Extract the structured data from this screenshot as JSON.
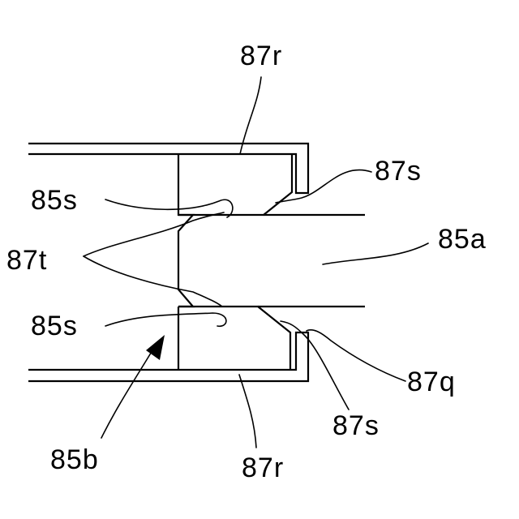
{
  "diagram": {
    "stroke_color": "#000000",
    "background_color": "#ffffff",
    "labels": {
      "top_87r": "87r",
      "top_87s": "87s",
      "upper_85s": "85s",
      "label_87t": "87t",
      "label_85a": "85a",
      "lower_85s": "85s",
      "label_87q": "87q",
      "lower_87s": "87s",
      "label_85b": "85b",
      "bottom_87r": "87r"
    }
  }
}
